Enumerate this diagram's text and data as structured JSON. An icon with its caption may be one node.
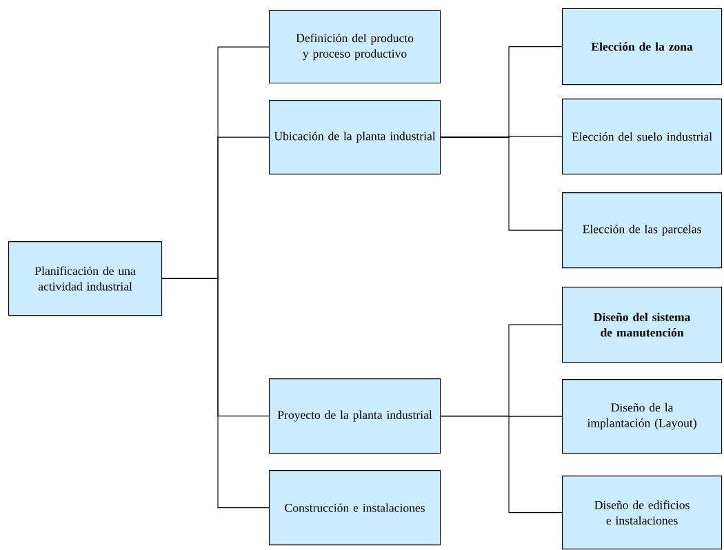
{
  "diagram": {
    "nodes": [
      {
        "text": [
          "Planificación de una actividad industrial"
        ]
      },
      {
        "text": [
          "Definición del producto y proceso productivo"
        ]
      },
      {
        "text": [
          "Ubicación de la planta industrial"
        ]
      },
      {
        "text": [
          "Proyecto de la planta industrial"
        ]
      },
      {
        "text": [
          "Construcción e instalaciones"
        ]
      },
      {
        "text": [
          "Elección de la zona"
        ]
      },
      {
        "text": [
          "Elección del suelo industrial"
        ]
      },
      {
        "text": [
          "Elección de las parcelas"
        ]
      },
      {
        "text": [
          "Diseño del sistema de manutención"
        ]
      },
      {
        "text": [
          "Diseño de la implantación (Layout)"
        ]
      },
      {
        "text": [
          "Diseño de edificios e instalaciones"
        ]
      }
    ],
    "edges": [
      {
        "from": 0,
        "to": 1,
        "arrow": "none"
      },
      {
        "from": 0,
        "to": 2,
        "arrow": "none"
      },
      {
        "from": 0,
        "to": 3,
        "arrow": "none"
      },
      {
        "from": 0,
        "to": 4,
        "arrow": "none"
      },
      {
        "from": 2,
        "to": 5,
        "arrow": "none"
      },
      {
        "from": 2,
        "to": 6,
        "arrow": "none"
      },
      {
        "from": 2,
        "to": 7,
        "arrow": "none"
      },
      {
        "from": 3,
        "to": 8,
        "arrow": "none"
      },
      {
        "from": 3,
        "to": 9,
        "arrow": "none"
      },
      {
        "from": 3,
        "to": 10,
        "arrow": "none"
      }
    ]
  }
}
